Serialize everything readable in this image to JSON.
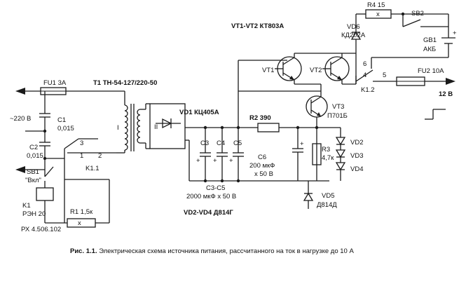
{
  "labels": {
    "fu1": "FU1 3А",
    "t1": "T1 ТН-54-127/220-50",
    "w1": "I",
    "w2": "II",
    "mains": "~220 В",
    "c1": "C1",
    "c1v": "0,015",
    "c2": "C2",
    "c2v": "0,015",
    "k11": "K1.1",
    "k11_p3": "3",
    "k11_p1": "1",
    "k11_p2": "2",
    "sb1": "SB1",
    "sb1q": "\"Вкл\"",
    "k1": "K1",
    "k1t": "РЭН 20",
    "k1p": "РХ 4.506.102",
    "r1": "R1 1,5к",
    "vd1": "VD1 КЦ405А",
    "c3": "C3",
    "c4": "C4",
    "c5": "C5",
    "c35": "C3-C5",
    "c35v": "2000 мкФ x 50 В",
    "vd24n": "VD2-VD4  Д814Г",
    "r2": "R2 390",
    "c6": "C6",
    "c6v1": "200 мкФ",
    "c6v2": "x 50 В",
    "r3": "R3",
    "r3v": "4,7к",
    "vd2": "VD2",
    "vd3": "VD3",
    "vd4": "VD4",
    "vd5": "VD5",
    "vd5t": "Д814Д",
    "vt3": "VT3",
    "vt3t": "П701Б",
    "vt1": "VT1",
    "vt2": "VT2",
    "vt12": "VT1-VT2  КТ803А",
    "vd6": "VD6",
    "vd6t": "КД202А",
    "r4": "R4 15",
    "sb2": "SB2",
    "gb1": "GB1",
    "gb1t": "АКБ",
    "k12": "K1.2",
    "k12_p6": "6",
    "k12_p4": "4",
    "k12_p5": "5",
    "fu2": "FU2 10А",
    "out": "12 В",
    "plus": "+",
    "x": "x"
  },
  "caption": {
    "prefix": "Рис. 1.1.",
    "text": " Электрическая схема источника питания, рассчитанного на ток в нагрузке до 10 А"
  }
}
